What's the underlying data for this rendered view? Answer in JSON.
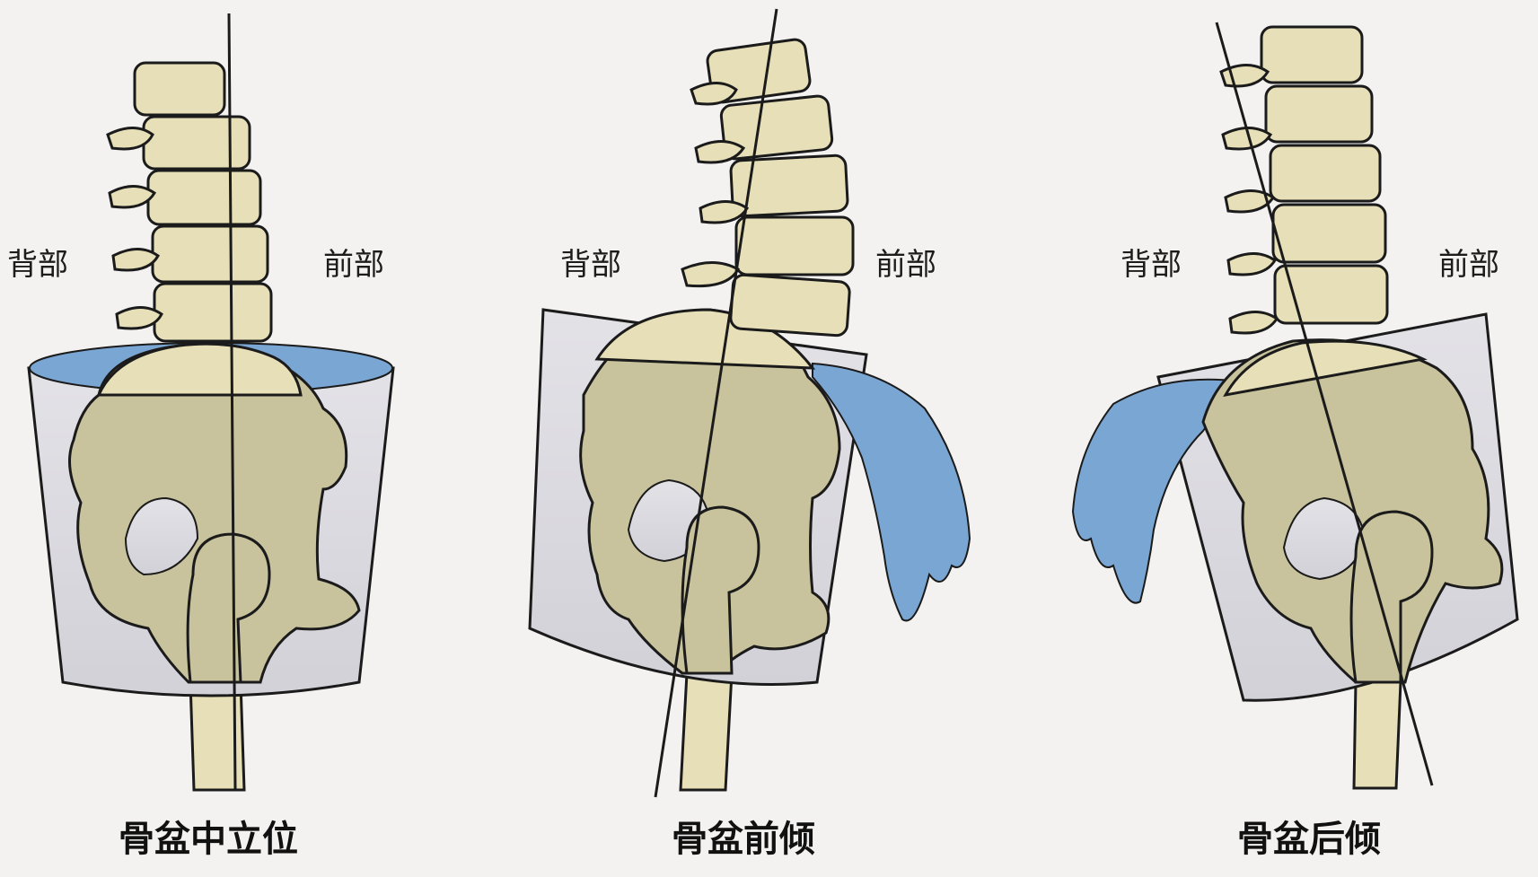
{
  "colors": {
    "bone": "#e6dfb7",
    "bone_submerged": "#c8c39c",
    "water": "#7aa6d4",
    "bucket_glass": "#d9d8de",
    "outline": "#1b1b1b",
    "background": "#f3f2f0"
  },
  "panels": [
    {
      "caption": "骨盆中立位",
      "back_label": "背部",
      "front_label": "前部",
      "water_state": "level"
    },
    {
      "caption": "骨盆前倾",
      "back_label": "背部",
      "front_label": "前部",
      "water_state": "spilling-front"
    },
    {
      "caption": "骨盆后倾",
      "back_label": "背部",
      "front_label": "前部",
      "water_state": "spilling-back"
    }
  ]
}
